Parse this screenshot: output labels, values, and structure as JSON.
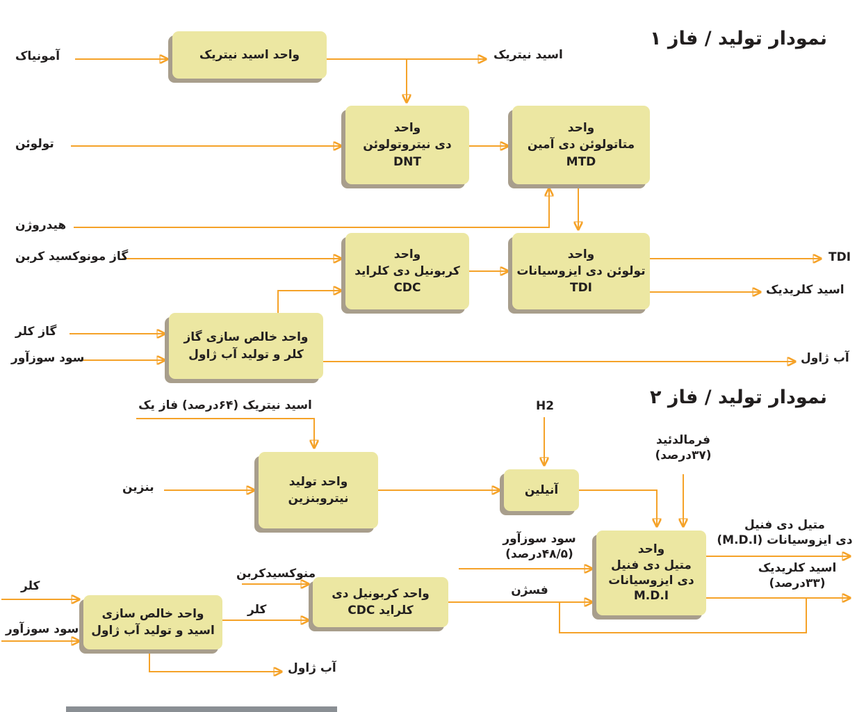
{
  "colors": {
    "box_fill": "#ece7a2",
    "box_shadow": "#a89e8c",
    "arrow": "#f5a228",
    "text": "#221f1f"
  },
  "phase1": {
    "title": "نمودار تولید / فاز ۱",
    "units": {
      "nitric_acid": "واحد اسید نیتریک",
      "dnt": "واحد\nدی نیتروتولوئن\nDNT",
      "mtd": "واحد\nمتاتولوئن دی آمین\nMTD",
      "cdc": "واحد\nکربونیل دی کلراید\nCDC",
      "tdi": "واحد\nتولوئن دی ایزوسیانات\nTDI",
      "purification": "واحد خالص سازی گاز\nکلر و تولید آب ژاول"
    },
    "streams": {
      "ammonia": "آمونیاک",
      "toluene": "تولوئن",
      "hydrogen": "هیدروژن",
      "carbon_monoxide": "گاز مونوکسید کربن",
      "chlorine_gas": "گاز کلر",
      "caustic_soda": "سود سوزآور",
      "nitric_acid": "اسید نیتریک",
      "tdi": "TDI",
      "hydrochloric_acid": "اسید کلریدیک",
      "javel_water": "آب ژاول"
    }
  },
  "phase2": {
    "title": "نمودار تولید / فاز ۲",
    "units": {
      "nitrobenzene": "واحد تولید\nنیتروبنزین",
      "aniline": "آنیلین",
      "mdi": "واحد\nمتیل دی فنیل\nدی ایزوسیانات\nM.D.I",
      "purification": "واحد خالص سازی\nاسید و تولید آب ژاول",
      "cdc": "واحد کربونیل دی\nکلراید CDC"
    },
    "streams": {
      "nitric_acid_64": "اسید نیتریک (۶۴درصد) فاز یک",
      "h2": "H2",
      "formaldehyde": "فرمالدئید\n(۳۷درصد)",
      "benzene": "بنزین",
      "caustic_soda_485": "سود سوزآور\n(۴۸/۵درصد)",
      "phosgene": "فسژن",
      "mdi_out": "متیل دی فنیل\nدی ایزوسیانات (M.D.I)",
      "hydrochloric_acid_33": "اسید کلریدیک\n(۳۳درصد)",
      "chlorine": "کلر",
      "caustic_soda": "سود سوزآور",
      "carbon_monoxide": "منوکسیدکربن",
      "chlorine_to_cdc": "کلر",
      "javel_water": "آب ژاول"
    }
  }
}
